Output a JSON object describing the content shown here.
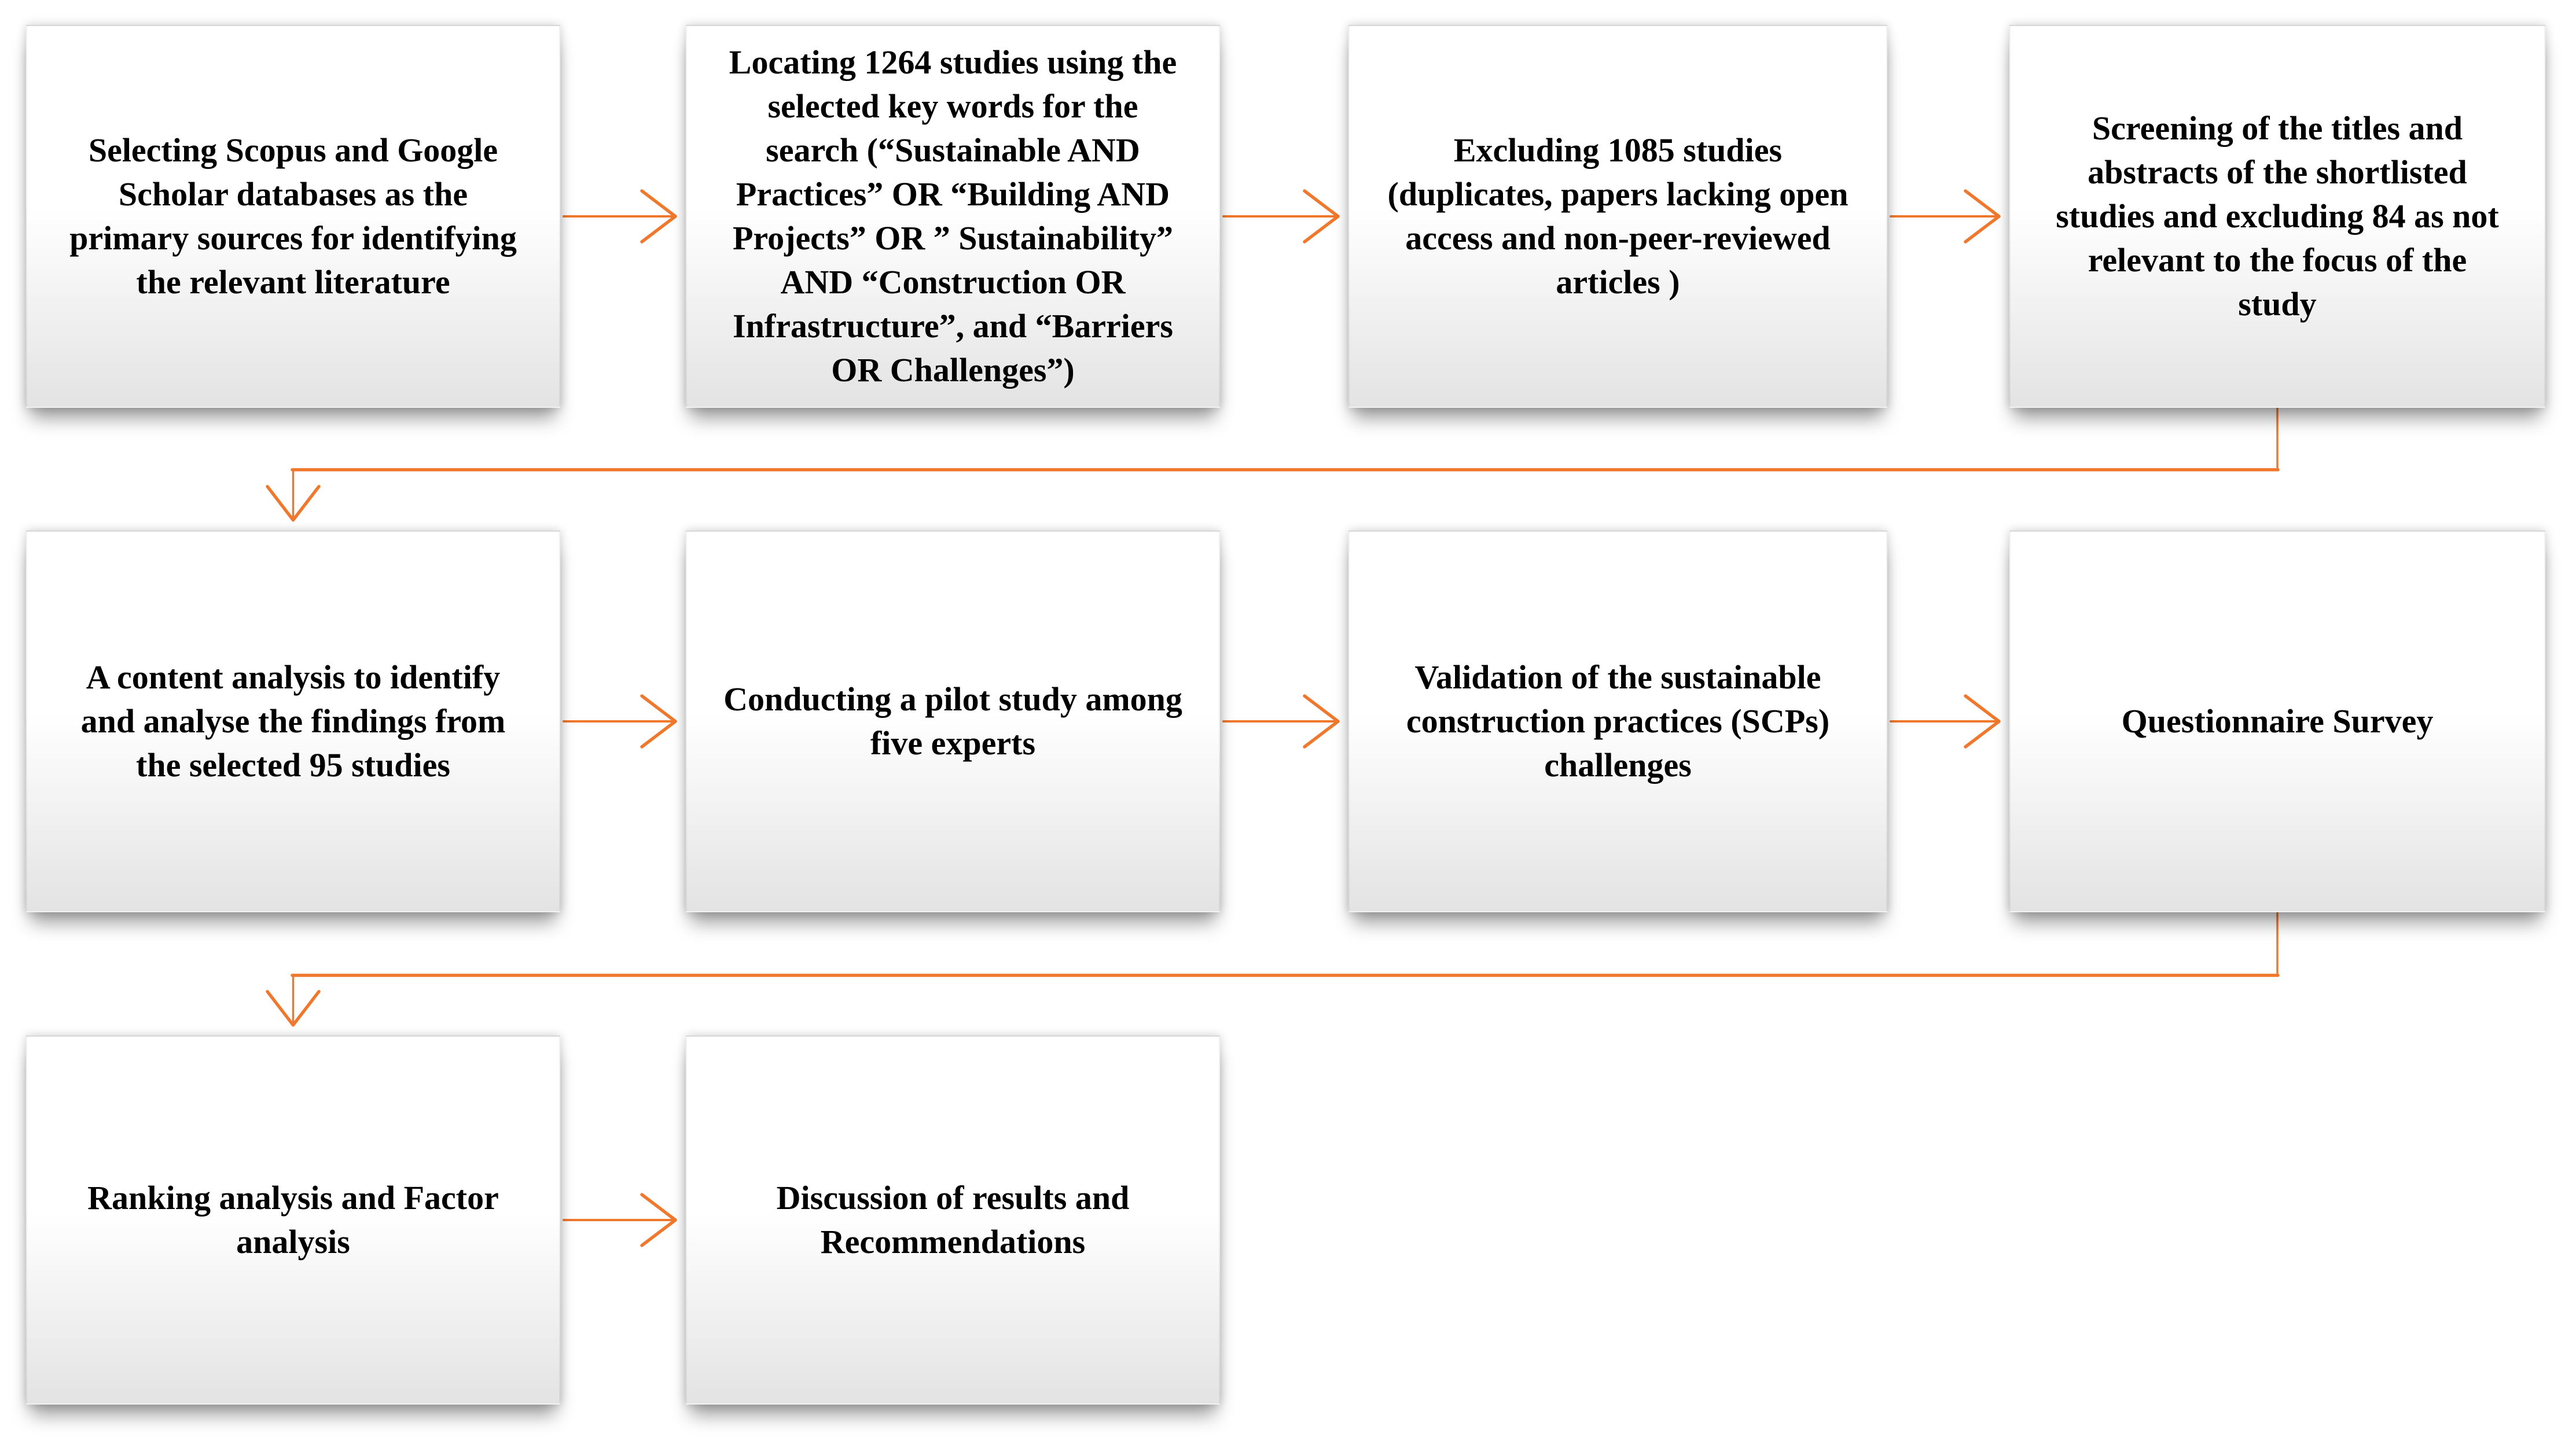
{
  "diagram": {
    "description": "Research methodology flowchart",
    "boxes": [
      {
        "id": "select-databases",
        "text": "Selecting Scopus and Google\nScholar databases as the\nprimary sources for identifying\nthe relevant literature"
      },
      {
        "id": "locate-studies",
        "text": "Locating 1264 studies using the\nselected key words for the\nsearch (“Sustainable AND\nPractices” OR “Building AND\nProjects” OR ” Sustainability”\nAND “Construction OR\nInfrastructure”, and “Barriers\nOR Challenges”)"
      },
      {
        "id": "exclude-studies",
        "text": "Excluding 1085 studies\n(duplicates, papers lacking open\naccess and non-peer-reviewed\narticles )"
      },
      {
        "id": "screening",
        "text": "Screening of the titles and\nabstracts of the shortlisted\nstudies and excluding 84 as not\nrelevant to the focus of the\nstudy"
      },
      {
        "id": "content-analysis",
        "text": "A content analysis to identify\nand analyse the findings from\nthe selected 95 studies"
      },
      {
        "id": "pilot-study",
        "text": "Conducting a pilot study among\nfive experts"
      },
      {
        "id": "validation",
        "text": "Validation of the sustainable\nconstruction practices (SCPs)\nchallenges"
      },
      {
        "id": "questionnaire",
        "text": "Questionnaire Survey"
      },
      {
        "id": "ranking-factor",
        "text": "Ranking analysis and Factor\nanalysis"
      },
      {
        "id": "discussion",
        "text": "Discussion of results and\nRecommendations"
      }
    ]
  },
  "colors": {
    "accent": "#F0782D",
    "text": "#000000"
  }
}
